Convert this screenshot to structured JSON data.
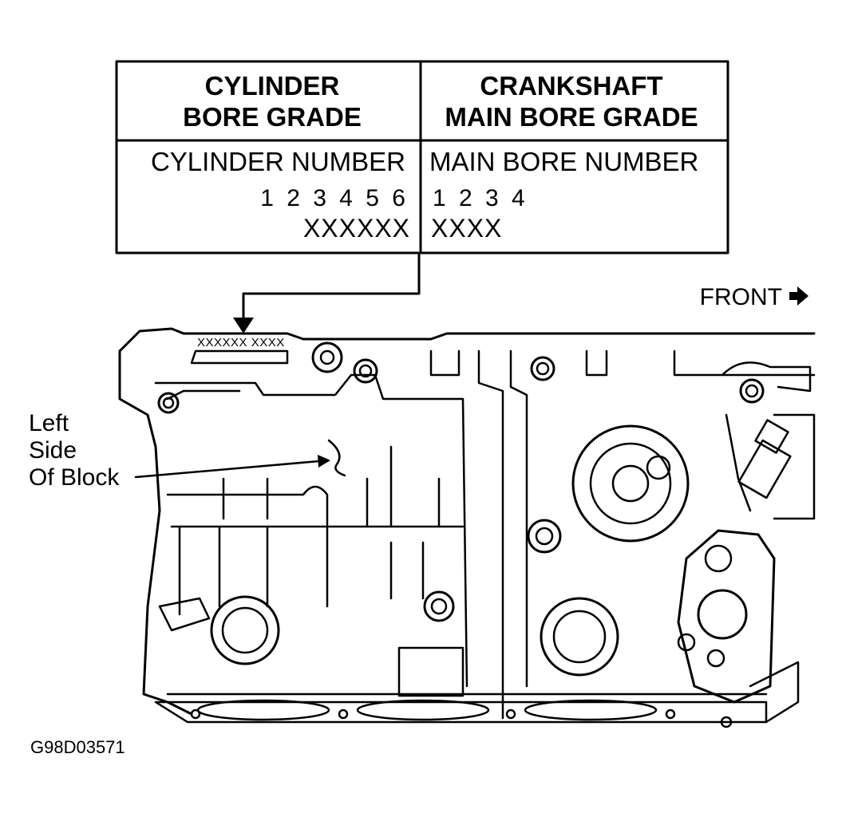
{
  "table": {
    "left": {
      "heading_line1": "CYLINDER",
      "heading_line2": "BORE GRADE",
      "subheading": "CYLINDER NUMBER",
      "numbers": "1 2 3 4 5 6",
      "marks": "XXXXXX"
    },
    "right": {
      "heading_line1": "CRANKSHAFT",
      "heading_line2": "MAIN BORE GRADE",
      "subheading": "MAIN BORE NUMBER",
      "numbers": "1 2 3 4",
      "marks": "XXXX"
    }
  },
  "block_stamp": "XXXXXX XXXX",
  "front_label": "FRONT",
  "callout": {
    "line1": "Left",
    "line2": "Side",
    "line3": "Of Block"
  },
  "figure_code": "G98D03571"
}
